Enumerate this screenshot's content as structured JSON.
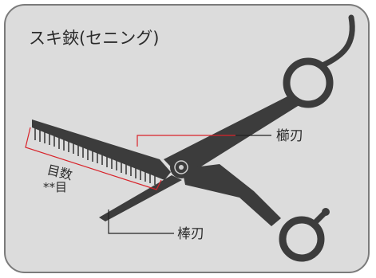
{
  "title": "スキ鋏(セニング)",
  "labels": {
    "comb_blade": "櫛刃",
    "straight_blade": "棒刃",
    "teeth_count_line1": "目数",
    "teeth_count_line2": "**目"
  },
  "colors": {
    "background": "#dcdcdc",
    "frame": "#7b7b7b",
    "scissors": "#3c3c3c",
    "callout_red": "#d8232a",
    "callout_black": "#222222",
    "text": "#2b2b2b"
  }
}
